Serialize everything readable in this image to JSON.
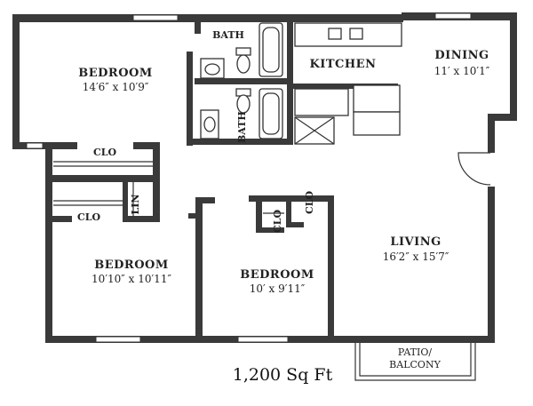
{
  "rooms": {
    "bedroom_master": {
      "name": "BEDROOM",
      "dims": "14′6″ x 10′9″"
    },
    "bath_top": {
      "name": "BATH"
    },
    "bath_lower": {
      "name": "BATH"
    },
    "kitchen": {
      "name": "KITCHEN"
    },
    "dining": {
      "name": "DINING",
      "dims": "11′ x 10′1″"
    },
    "bedroom_left": {
      "name": "BEDROOM",
      "dims": "10′10″ x 10′11″"
    },
    "bedroom_middle": {
      "name": "BEDROOM",
      "dims": "10′ x 9′11″"
    },
    "living": {
      "name": "LIVING",
      "dims": "16′2″ x 15′7″"
    },
    "patio": {
      "line1": "PATIO/",
      "line2": "BALCONY"
    }
  },
  "closets": {
    "clo_master": "CLO",
    "clo_left": "CLO",
    "lin": "LIN",
    "clo_mid_a": "CLO",
    "clo_mid_b": "CLO"
  },
  "footer": {
    "area": "1,200 Sq Ft"
  }
}
